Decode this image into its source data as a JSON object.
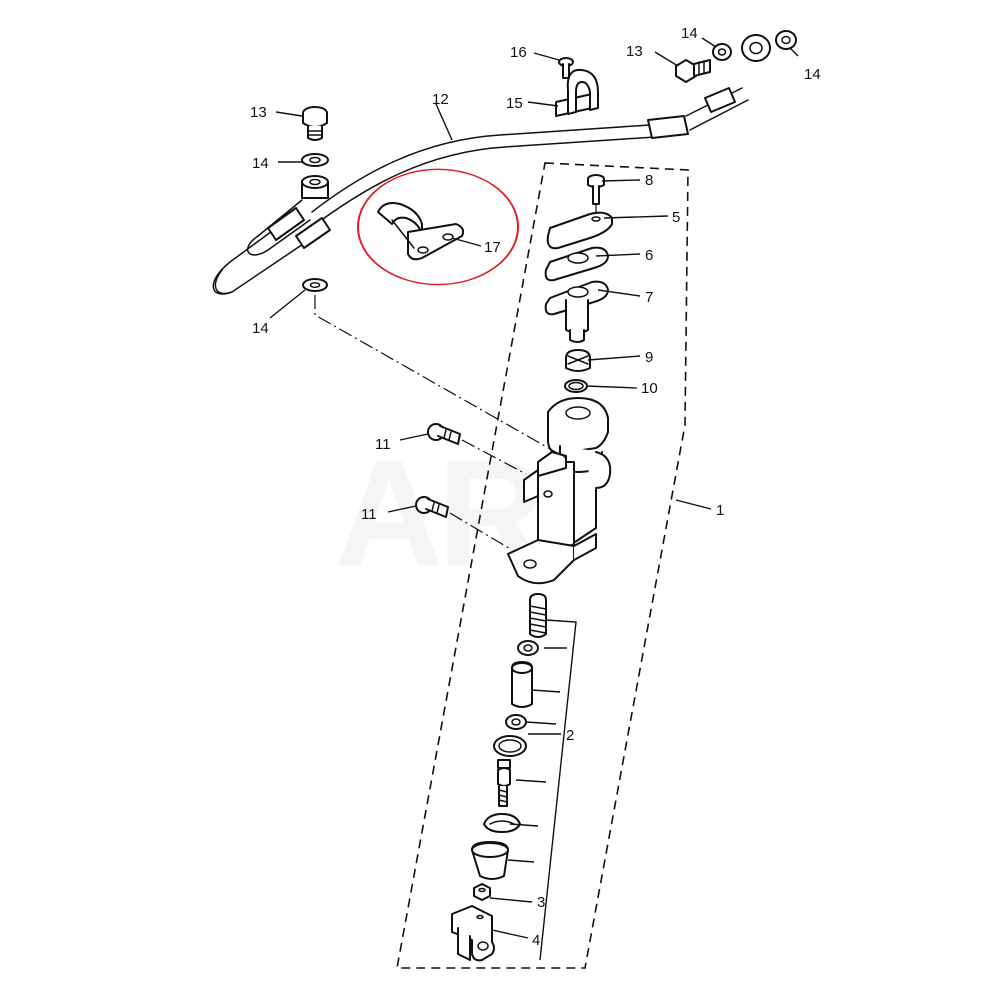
{
  "watermark": "ARI",
  "highlight_color": "#e21b23",
  "labels": {
    "l1": "1",
    "l2": "2",
    "l3": "3",
    "l4": "4",
    "l5": "5",
    "l6": "6",
    "l7": "7",
    "l8": "8",
    "l9": "9",
    "l10": "10",
    "l11a": "11",
    "l11b": "11",
    "l12": "12",
    "l13a": "13",
    "l13b": "13",
    "l14a": "14",
    "l14b": "14",
    "l14c": "14",
    "l14d": "14",
    "l15": "15",
    "l16": "16",
    "l17": "17"
  }
}
